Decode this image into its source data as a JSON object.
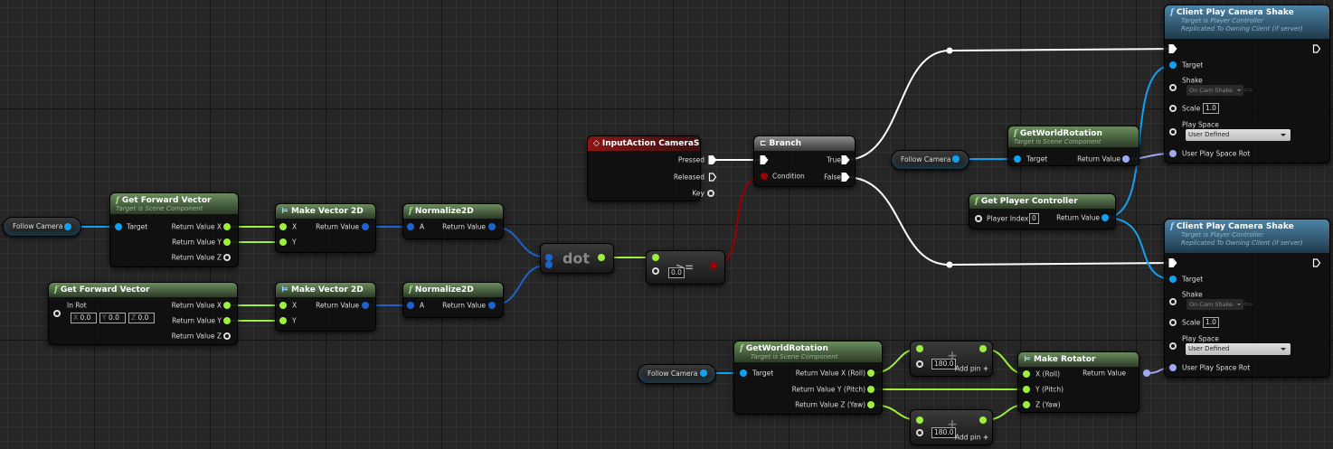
{
  "colors": {
    "object": "#12a0f0",
    "float": "#9ef03c",
    "vector2d": "#1d63d0",
    "bool": "#9a0000",
    "rotator": "#a0a8f0",
    "exec": "#ffffff"
  },
  "variables": {
    "follow_camera": "Follow Camera"
  },
  "get_forward_vector_1": {
    "title": "Get Forward Vector",
    "subtitle": "Target is Scene Component",
    "target": "Target",
    "out_x": "Return Value X",
    "out_y": "Return Value Y",
    "out_z": "Return Value Z"
  },
  "get_forward_vector_2": {
    "title": "Get Forward Vector",
    "in_rot": "In Rot",
    "x_label": "X",
    "x": "0.0",
    "y_label": "Y",
    "y": "0.0",
    "z_label": "Z",
    "z": "0.0",
    "out_x": "Return Value X",
    "out_y": "Return Value Y",
    "out_z": "Return Value Z"
  },
  "make_vector_2d": {
    "title": "Make Vector 2D",
    "x": "X",
    "y": "Y",
    "out": "Return Value"
  },
  "normalize_2d": {
    "title": "Normalize2D",
    "a": "A",
    "out": "Return Value"
  },
  "dot": {
    "label": "dot"
  },
  "compare": {
    "symbol": ">=",
    "value": "0.0"
  },
  "input_action": {
    "title": "InputAction CameraShake",
    "pressed": "Pressed",
    "released": "Released",
    "key": "Key"
  },
  "branch": {
    "title": "Branch",
    "condition": "Condition",
    "true": "True",
    "false": "False"
  },
  "get_world_rotation_top": {
    "title": "GetWorldRotation",
    "subtitle": "Target is Scene Component",
    "target": "Target",
    "out": "Return Value"
  },
  "get_player_controller": {
    "title": "Get Player Controller",
    "player_index": "Player Index",
    "player_index_value": "0",
    "out": "Return Value"
  },
  "client_play_camera_shake": {
    "title": "Client Play Camera Shake",
    "subtitle1": "Target is Player Controller",
    "subtitle2": "Replicated To Owning Client (if server)",
    "target": "Target",
    "shake": "Shake",
    "shake_value": "On Cam Shake",
    "scale": "Scale",
    "scale_value": "1.0",
    "play_space": "Play Space",
    "play_space_value": "User Defined",
    "user_play_space_rot": "User Play Space Rot"
  },
  "get_world_rotation_bottom": {
    "title": "GetWorldRotation",
    "subtitle": "Target is Scene Component",
    "target": "Target",
    "out_x": "Return Value X (Roll)",
    "out_y": "Return Value Y (Pitch)",
    "out_z": "Return Value Z (Yaw)"
  },
  "add": {
    "symbol": "+",
    "value": "180.0",
    "add_pin": "Add pin",
    "add_pin_icon": "+"
  },
  "make_rotator": {
    "title": "Make Rotator",
    "x": "X (Roll)",
    "y": "Y (Pitch)",
    "z": "Z (Yaw)",
    "out": "Return Value"
  }
}
